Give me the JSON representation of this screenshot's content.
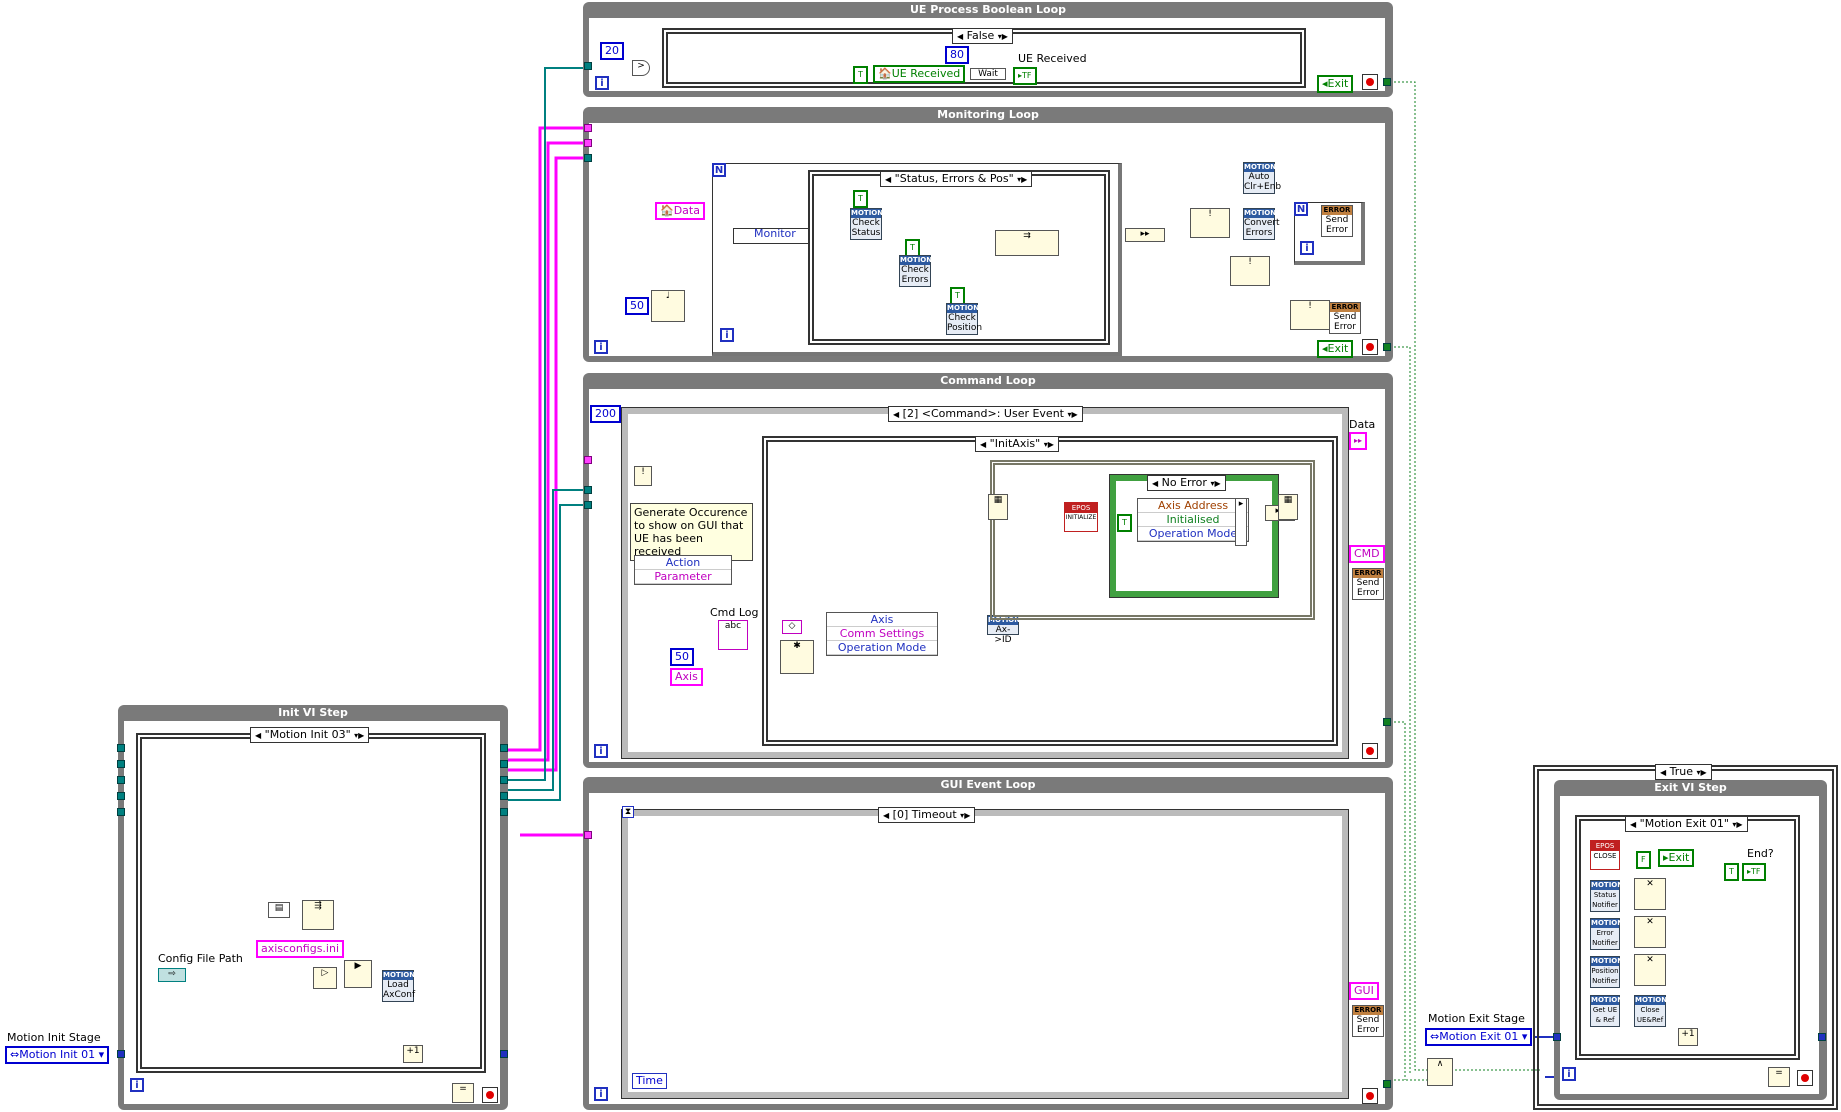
{
  "loops": {
    "ue_process": {
      "title": "UE Process Boolean Loop"
    },
    "monitoring": {
      "title": "Monitoring Loop"
    },
    "command": {
      "title": "Command Loop"
    },
    "gui_event": {
      "title": "GUI Event Loop"
    },
    "init_vi": {
      "title": "Init VI Step"
    },
    "exit_vi": {
      "title": "Exit VI Step"
    }
  },
  "selectors": {
    "ue_case": "False",
    "monitor_case": "\"Status, Errors & Pos\"",
    "command_event": "[2] <Command>: User Event",
    "initaxis_case": "\"InitAxis\"",
    "no_error_case": "No Error",
    "init_case": "\"Motion Init 03\"",
    "gui_event": "[0] Timeout",
    "exit_outer_case": "True",
    "exit_case": "\"Motion Exit 01\""
  },
  "constants": {
    "ue_count": "20",
    "ue_wait": "80",
    "monitor_wait": "50",
    "command_timeout": "200",
    "axis_count": "50",
    "config_file": "axisconfigs.ini"
  },
  "labels": {
    "ue_received": "UE Received",
    "ue_received_local": "UE Received",
    "exit": "Exit",
    "data_local": "Data",
    "monitor": "Monitor",
    "data": "Data",
    "cmd": "CMD",
    "gui": "GUI",
    "cmd_log": "Cmd Log",
    "axis": "Axis",
    "config_file_path": "Config File Path",
    "motion_init_stage": "Motion Init Stage",
    "motion_init_value": "Motion Init 01",
    "motion_exit_stage": "Motion Exit Stage",
    "motion_exit_value": "Motion Exit 01",
    "end": "End?",
    "time": "Time",
    "action": "Action",
    "parameter": "Parameter",
    "comm_settings": "Comm Settings",
    "operation_mode": "Operation Mode",
    "axis_address": "Axis Address",
    "initialised": "Initialised",
    "operation_mode_2": "Operation Mode",
    "comment": "Generate Occurence to show on GUI that UE has been received"
  },
  "subvis": {
    "check_status": "Check Status",
    "check_errors": "Check Errors",
    "check_position": "Check Position",
    "auto_clr_enb": "Auto Clr+Enb",
    "convert_errors": "Convert Errors",
    "send_error": "Send Error",
    "load_axconf": "Load AxConf",
    "status_notifier": "Status Notifier",
    "error_notifier": "Error Notifier",
    "position_notifier": "Position Notifier",
    "get_ue_ref": "Get UE & Ref",
    "close_ue_ref": "Close UE&Ref",
    "ax_to_id": "Ax->ID",
    "epos_close": "CLOSE",
    "epos_init": "INITIALIZE",
    "motion_header": "MOTION",
    "error_header": "ERROR",
    "epos_header": "EPOS"
  },
  "colors": {
    "loop_frame": "#7a7a7a",
    "wire_pink": "#ff00ff",
    "wire_blue": "#2030c0",
    "wire_teal": "#008080",
    "wire_green": "#108020",
    "wire_error": "#c0a000",
    "stop_red": "#e00000"
  }
}
